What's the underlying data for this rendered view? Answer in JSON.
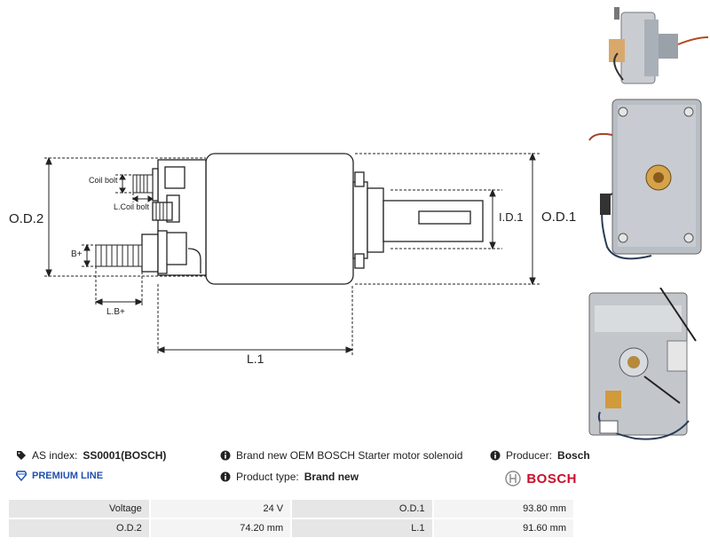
{
  "diagram": {
    "labels": {
      "od2": "O.D.2",
      "od1": "O.D.1",
      "id1": "I.D.1",
      "l1": "L.1",
      "coil_bolt": "Coil bolt",
      "l_coil_bolt": "L.Coil bolt",
      "b_plus": "B+",
      "l_b_plus": "L.B+"
    }
  },
  "info": {
    "as_index_label": "AS index:",
    "as_index_value": "SS0001(BOSCH)",
    "description": "Brand new OEM BOSCH Starter motor solenoid",
    "producer_label": "Producer:",
    "producer_value": "Bosch",
    "premium_line": "PREMIUM LINE",
    "product_type_label": "Product type:",
    "product_type_value": "Brand new",
    "brand_logo_text": "BOSCH"
  },
  "specs": [
    [
      {
        "k": "Voltage",
        "v": "24 V"
      },
      {
        "k": "O.D.1",
        "v": "93.80 mm"
      }
    ],
    [
      {
        "k": "O.D.2",
        "v": "74.20 mm"
      },
      {
        "k": "L.1",
        "v": "91.60 mm"
      }
    ]
  ],
  "colors": {
    "accent": "#1f4fb0",
    "brand_red": "#c8102e"
  }
}
